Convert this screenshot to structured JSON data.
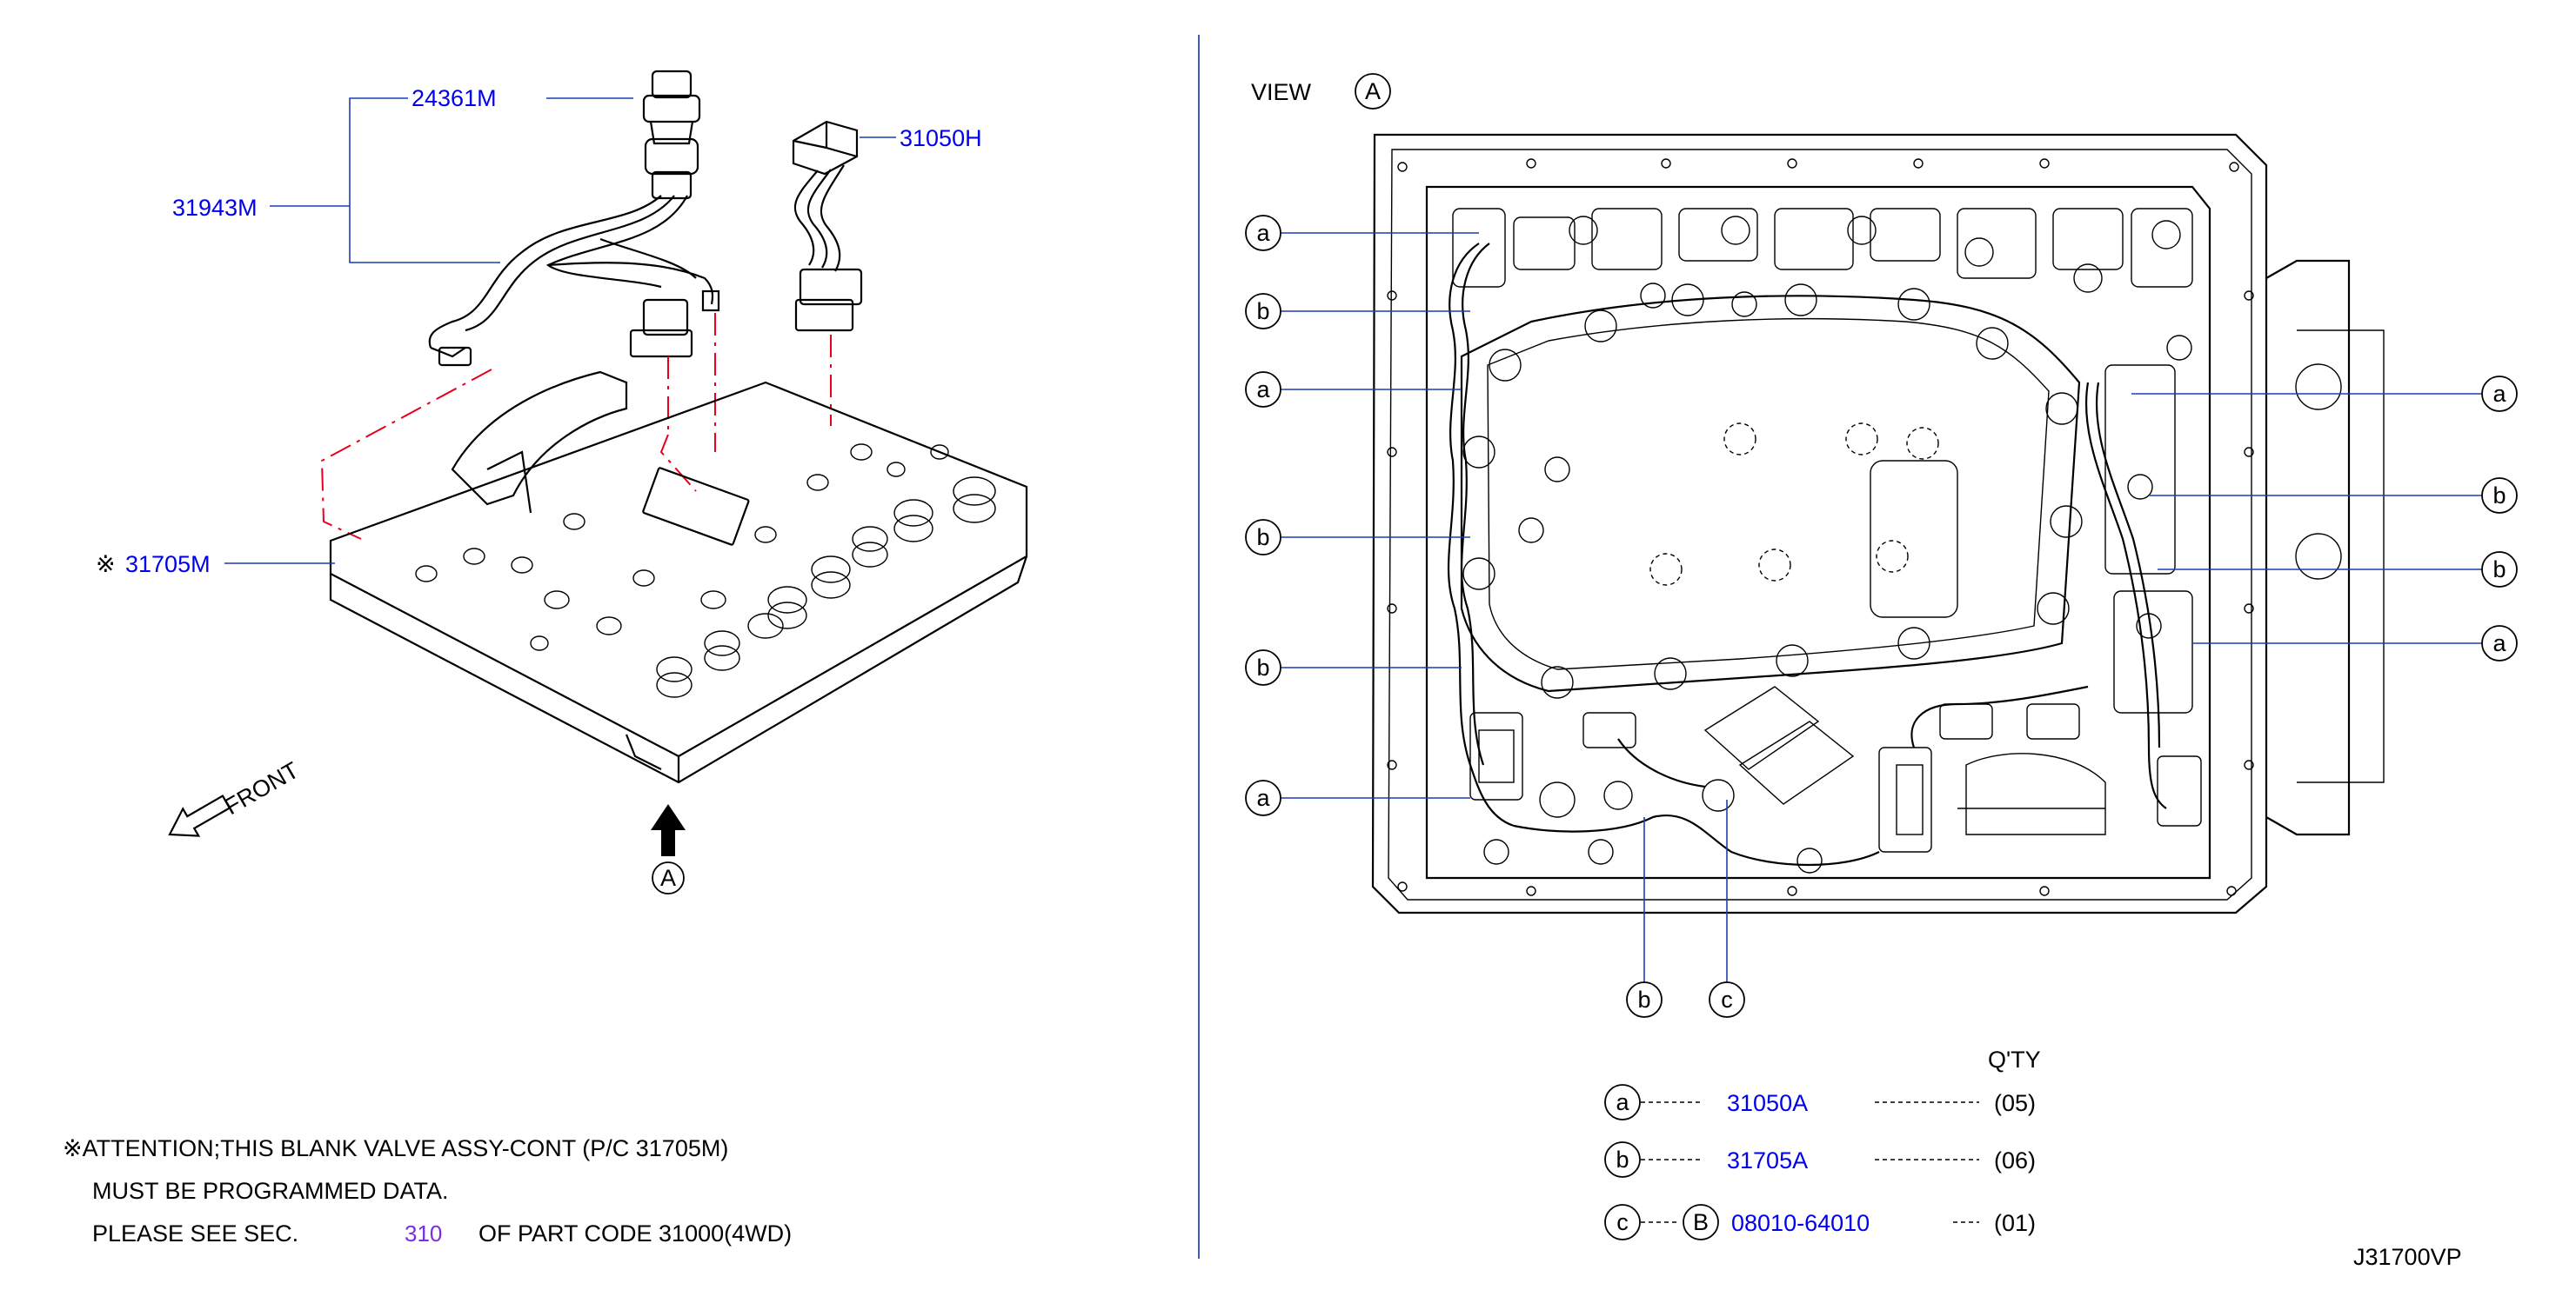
{
  "left_labels": {
    "p24361M": "24361M",
    "p31943M": "31943M",
    "p31050H": "31050H",
    "p31705M": "31705M",
    "ref_mark": "※",
    "front": "FRONT",
    "view_arrow_letter": "A"
  },
  "view": {
    "title": "VIEW",
    "letter": "A"
  },
  "callouts": {
    "a": "a",
    "b": "b",
    "c": "c"
  },
  "qty_table": {
    "header": "Q'TY",
    "rows": [
      {
        "key": "a",
        "part": "31050A",
        "qty": "(05)"
      },
      {
        "key": "b",
        "part": "31705A",
        "qty": "(06)"
      },
      {
        "key": "c",
        "bolt_mark": "B",
        "part": "08010-64010",
        "qty": "(01)"
      }
    ]
  },
  "attention": {
    "line1": "※ATTENTION;THIS  BLANK  VALVE  ASSY-CONT  (P/C  31705M)",
    "line2": "MUST  BE  PROGRAMMED  DATA.",
    "line3_pre": "PLEASE  SEE  SEC.",
    "line3_sec": "310",
    "line3_post": "OF  PART  CODE  31000(4WD)"
  },
  "drawing_code": "J31700VP",
  "colors": {
    "part_number": "#0000ee",
    "leader": "#1a3fb0",
    "phantom_line": "#e8001c",
    "section_link": "#7a2ee0",
    "divider": "#3a5bbf"
  }
}
